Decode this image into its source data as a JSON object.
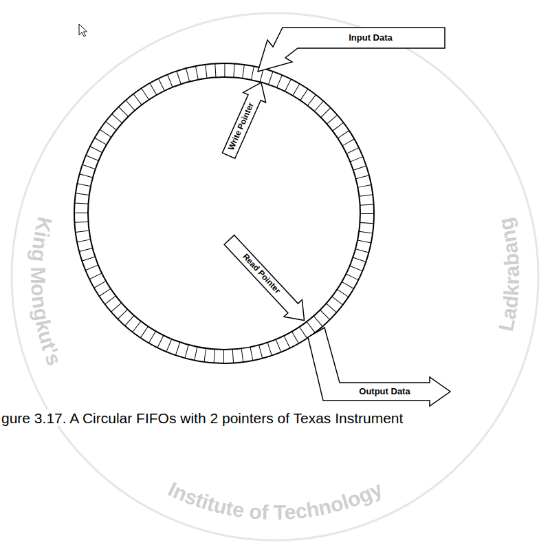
{
  "diagram": {
    "caption": "gure 3.17. A Circular FIFOs with 2 pointers of Texas Instrument",
    "nodes": [
      {
        "text": [
          "Input Data"
        ]
      },
      {
        "text": [
          "Write Pointer"
        ]
      },
      {
        "text": [
          "Read Pointer"
        ]
      },
      {
        "text": [
          "Output Data"
        ]
      }
    ],
    "labels": [
      "King Mongkut's",
      "Institute of Technology",
      "Ladkrabang"
    ]
  }
}
